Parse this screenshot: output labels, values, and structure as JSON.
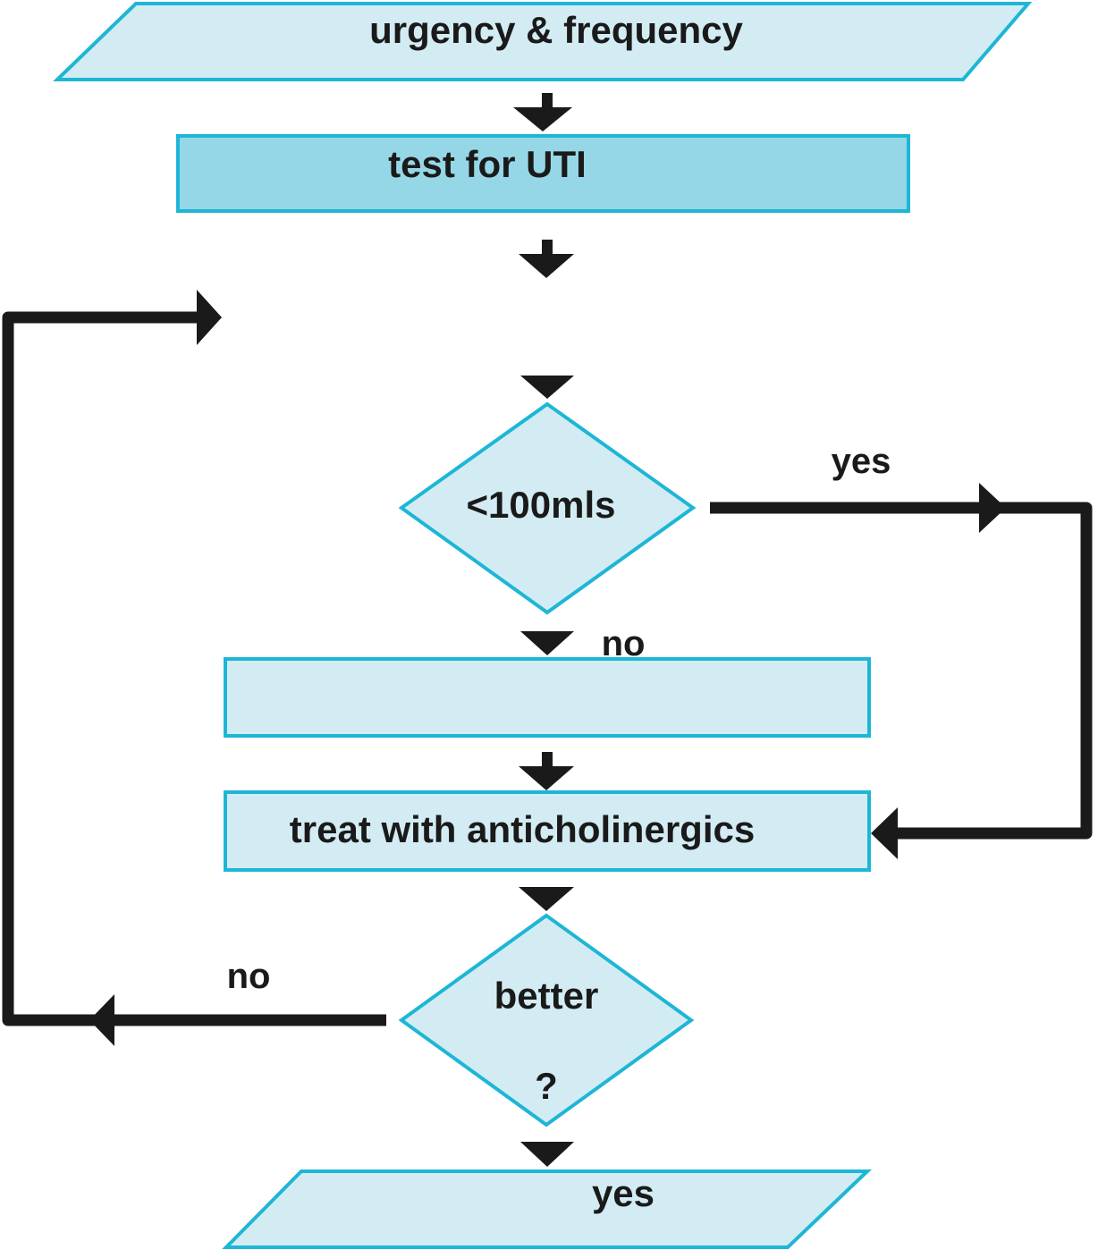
{
  "colors": {
    "shape_stroke": "#1eb6d6",
    "shape_fill_light": "#d3ecf3",
    "shape_fill_mid": "#96d7e7",
    "connector": "#1a1a1a",
    "text": "#1a1a1a"
  },
  "nodes": {
    "start": {
      "label": "urgency & frequency",
      "shape": "parallelogram"
    },
    "test_uti": {
      "label": "test for UTI",
      "shape": "rectangle"
    },
    "decision_volume": {
      "label": "<100mls",
      "shape": "diamond"
    },
    "blank_step": {
      "label": "",
      "shape": "rectangle"
    },
    "treat": {
      "label": "treat with anticholinergics",
      "shape": "rectangle"
    },
    "decision_better": {
      "label_line1": "better",
      "label_line2": "?",
      "shape": "diamond"
    },
    "end": {
      "label": "yes",
      "shape": "parallelogram"
    }
  },
  "edge_labels": {
    "volume_yes": "yes",
    "volume_no": "no",
    "better_no": "no"
  }
}
